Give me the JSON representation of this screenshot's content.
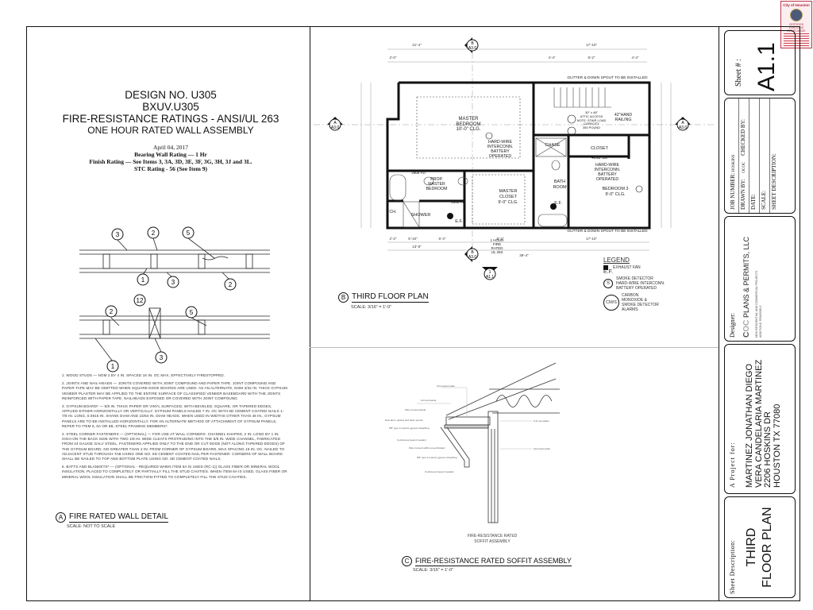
{
  "stamp": {
    "title": "City of Houston",
    "lines": [
      "CERTIFIED",
      "FOR CODE COMPLIANCE"
    ]
  },
  "detail_a": {
    "heading": [
      "DESIGN NO. U305",
      "BXUV.U305",
      "FIRE-RESISTANCE RATINGS - ANSI/UL 263",
      "ONE HOUR RATED WALL ASSEMBLY"
    ],
    "date": "April 04, 2017",
    "ratings": [
      "Bearing Wall Rating — 1 Hr",
      "Finish Rating — See Items 3, 3A, 3D, 3E, 3F, 3G, 3H, 3J and 3L.",
      "STC Rating - 56 (See Item 9)"
    ],
    "callouts_top": [
      "3",
      "2",
      "5",
      "1",
      "3",
      "2"
    ],
    "callouts_bottom": [
      "2",
      "12",
      "5",
      "3",
      "1"
    ],
    "notes": [
      "1. WOOD STUDS — NOM 2 BY 4 IN. SPACED 16 IN. OC MAX, EFFECTIVELY FIRESTOPPED.",
      "2. JOINTS AND NAIL-HEADS — JOINTS COVERED WITH JOINT COMPOUND AND PAPER TAPE. JOINT COMPOUND AND PAPER TAPE MAY BE OMITTED WHEN SQUARE EDGE BOARDS ARE USED. AS AN ALTERNATE, NOM 3/32 IN. THICK GYPSUM VENEER PLASTER MAY BE APPLIED TO THE ENTIRE SURFACE OF CLASSIFIED VENEER BASEBOARD WITH THE JOINTS REINFORCED WITH PAPER TAPE. NAILHEADS EXPOSED OR COVERED WITH JOINT COMPOUND.",
      "3. GYPSUM BOARD* — 5/8 IN. THICK PAPER OR VINYL SURFACED, WITH BEVELED, SQUARE, OR TAPERED EDGES, APPLIED EITHER HORIZONTALLY OR VERTICALLY. GYPSUM PANELS NAILED 7 IN. OC WITH 6D CEMENT COATED NAILS 1-7/8 IN. LONG, 0.0915 IN. SHANK DIAM AND 15/64 IN. DIAM HEADS. WHEN USED IN WIDTHS OTHER THAN 48 IN., GYPSUM PANELS ARE TO BE INSTALLED HORIZONTALLY. FOR AN ALTERNATE METHOD OF ATTACHMENT OF GYPSUM PANELS, REFER TO ITEM 6, 6A OR 6B, STEEL FRAMING MEMBERS*.",
      "4. STEEL CORNER FASTENERS — (OPTIONAL) — FOR USE AT WALL CORNERS. CHANNEL SHAPED, 2 IN. LONG BY 1 IN. HIGH ON THE BACK SIDE WITH TWO 1/8 IN. WIDE CLEATS PROTRUDING INTO THE 5/8 IN. WIDE CHANNEL, FABRICATED FROM 24 GAUGE GALV STEEL. FASTENERS APPLIED ONLY TO THE END OR CUT EDGE (NOT ALONG TAPERED EDGES) OF THE GYPSUM BOARD, NO GREATER THAN 2 IN. FROM CORNER OF GYPSUM BOARD, MAX SPACING 16 IN. OC. NAILED TO ADJACENT STUD THROUGH TAB USING ONE NO. 6D CEMENT COATED NAIL PER FASTENER. CORNERS OF WALL BOARD SHALL BE NAILED TO TOP AND BOTTOM PLATE USING NO. 6D CEMENT COATED NAILS.",
      "5. BATTS AND BLANKETS* — (OPTIONAL - REQUIRED WHEN ITEM 6A IS USED (RC-1)) GLASS FIBER OR MINERAL WOOL INSULATION, PLACED TO COMPLETELY OR PARTIALLY FILL THE STUD CAVITIES. WHEN ITEM 6A IS USED, GLASS FIBER OR MINERAL WOOL INSULATION SHALL BE FRICTION-FITTED TO COMPLETELY FILL THE STUD CAVITIES."
    ],
    "title_letter": "A",
    "title": "FIRE RATED WALL DETAIL",
    "scale": "SCALE: NOT TO SCALE"
  },
  "floor_plan": {
    "title_letter": "B",
    "title": "THIRD FLOOR PLAN",
    "scale": "SCALE: 3/16\" = 1'-0\"",
    "gutter_note": "GUTTER & DOWN SPOUT TO BE INSTALLED",
    "dims_top": [
      "21'-4\"",
      "17'-10\"",
      "2'-0\"",
      "4'-4\"",
      "9'-2\"",
      "4'-4\""
    ],
    "dims_bottom": [
      "2'-2\"",
      "5'-10\"",
      "6'-4\"",
      "8'-4\"",
      "17'-10\"",
      "13'-8\"",
      "39'-4\""
    ],
    "rooms": {
      "master_bedroom": [
        "MASTER",
        "BEDROOM",
        "10'-0\" CLG."
      ],
      "intercom_note": [
        "HARD-WIRE",
        "INTERCONN.",
        "BATTERY",
        "OPERATED"
      ],
      "chase": "CHASE",
      "closet": "CLOSET",
      "door_closet": "4068 SD",
      "bath_room": [
        "BATH",
        "ROOM"
      ],
      "bedroom3": [
        "BEDROOM 3",
        "9'-0\" CLG."
      ],
      "prop_master_bath": [
        "PROP.",
        "MASTER",
        "BEDROOM"
      ],
      "master_closet": [
        "MASTER",
        "CLOSET",
        "9'-0\" CLG."
      ],
      "shower": "SHOWER",
      "ch": "CH.",
      "ef": "E.F.",
      "attic": [
        "30\" x 48\"",
        "ATTIC ACCESS",
        "NOTE: STAIR LOAD",
        "CAPACITY",
        "350 POUND"
      ],
      "handrail": [
        "42\"HAND",
        "RAILING"
      ],
      "door_pd": "2868 PD",
      "rated_wall": [
        "1 HOUR",
        "FIRE RATED",
        "UL 263"
      ]
    },
    "section_marks": [
      {
        "letter": "A",
        "sheet": "A3.0"
      },
      {
        "letter": "A",
        "sheet": "A3.0"
      },
      {
        "letter": "B",
        "sheet": "A3.0"
      },
      {
        "letter": "B",
        "sheet": "A3.0"
      },
      {
        "letter": "1",
        "sheet": "A1.1"
      }
    ],
    "legend": {
      "title": "LEGEND",
      "ef_label": "EXHAUST FAN",
      "ef_code": "E.F.",
      "s_symbol": "S",
      "s_label": [
        "SMOKE DETECTOR",
        "HARD-WIRE INTERCONN.",
        "BATTERY OPERATED"
      ],
      "cm_symbol": "CM/S",
      "cm_label": [
        "CARBON",
        "MONOXIDE &",
        "SMOKE DETECTOR",
        "ALARMS"
      ]
    }
  },
  "soffit": {
    "title_letter": "C",
    "title": "FIRE-RESISTANCE RATED SOFFIT ASSEMBLY",
    "scale": "SCALE: 3/16\" = 1'-0\"",
    "caption": [
      "FIRE-RESISTANCE RATED",
      "SOFFIT ASSEMBLY"
    ],
    "labels": [
      "2x4 outlook rafter",
      "2x4 sub fascia",
      "Fiber cement fascia",
      "New alum. gutters and down spouts",
      "5/8\" type X exterior gypsum sheathing",
      "Continuous bead of sealant",
      "Fiber cement soffit non-perforated",
      "5/8\" type X exterior gypsum sheathing",
      "Continuous bead of sealant",
      "2-2x top plates",
      "2x4 wood studs"
    ]
  },
  "title_block": {
    "sheet_label": "Sheet # :",
    "sheet_number": "A1.1",
    "job_number_label": "JOB NUMBER:",
    "job_number": "HOSKINS",
    "drawn_by_label": "DRAWN BY:",
    "drawn_by": "OCOC",
    "checked_by_label": "CHECKED BY:",
    "date_label": "DATE:",
    "scale_label": "SCALE:",
    "sheet_desc_label": "SHEET DESCRIPTION:",
    "designer_label": "Designer:",
    "designer_name": "PLANS & PERMITS, LLC",
    "designer_sub": [
      "NEW RESIDENTIAL AND COMMERCIAL PROJECTS",
      "ADDITIONS, REMODELS"
    ],
    "project_label": "A Project for:",
    "project_lines": [
      "MARTINEZ JONATHAN DIEGO",
      "VERA CANDELARIA MARTINEZ",
      "2206 HOSKINS DR",
      "HOUSTON TX 77080"
    ],
    "sheet_description_label": "Sheet Description:",
    "sheet_description": [
      "THIRD",
      "FLOOR PLAN"
    ]
  }
}
